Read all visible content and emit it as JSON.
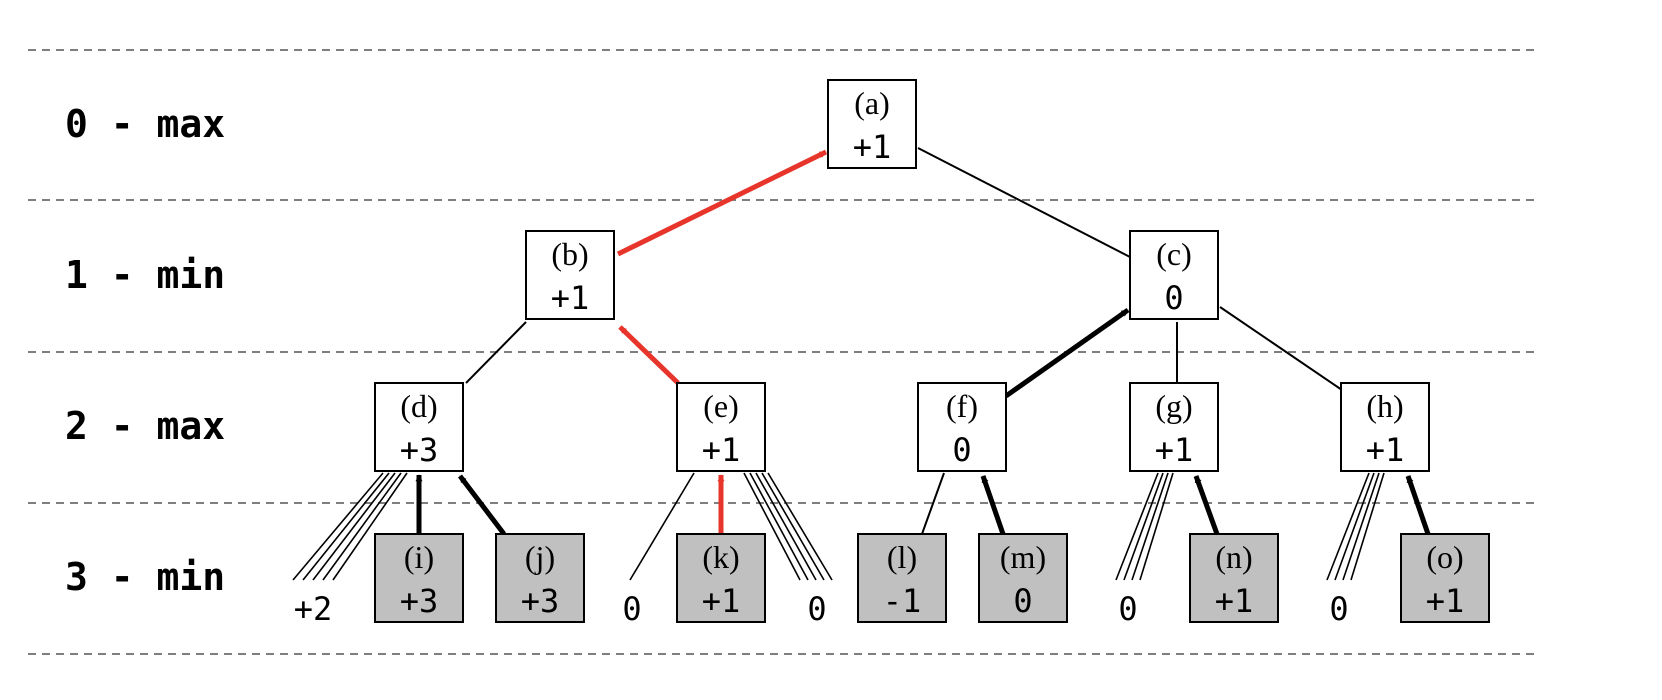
{
  "diagram": {
    "levels": [
      {
        "label": "0 - max"
      },
      {
        "label": "1 - min"
      },
      {
        "label": "2 - max"
      },
      {
        "label": "3 - min"
      }
    ],
    "nodes": [
      {
        "id": "a",
        "label": "(a)",
        "value": "+1",
        "shaded": false
      },
      {
        "id": "b",
        "label": "(b)",
        "value": "+1",
        "shaded": false
      },
      {
        "id": "c",
        "label": "(c)",
        "value": "0",
        "shaded": false
      },
      {
        "id": "d",
        "label": "(d)",
        "value": "+3",
        "shaded": false
      },
      {
        "id": "e",
        "label": "(e)",
        "value": "+1",
        "shaded": false
      },
      {
        "id": "f",
        "label": "(f)",
        "value": "0",
        "shaded": false
      },
      {
        "id": "g",
        "label": "(g)",
        "value": "+1",
        "shaded": false
      },
      {
        "id": "h",
        "label": "(h)",
        "value": "+1",
        "shaded": false
      },
      {
        "id": "i",
        "label": "(i)",
        "value": "+3",
        "shaded": true
      },
      {
        "id": "j",
        "label": "(j)",
        "value": "+3",
        "shaded": true
      },
      {
        "id": "k",
        "label": "(k)",
        "value": "+1",
        "shaded": true
      },
      {
        "id": "l",
        "label": "(l)",
        "value": "-1",
        "shaded": true
      },
      {
        "id": "m",
        "label": "(m)",
        "value": "0",
        "shaded": true
      },
      {
        "id": "n",
        "label": "(n)",
        "value": "+1",
        "shaded": true
      },
      {
        "id": "o",
        "label": "(o)",
        "value": "+1",
        "shaded": true
      }
    ],
    "leaf_values": [
      {
        "id": "d-left",
        "value": "+2"
      },
      {
        "id": "e-left",
        "value": "0"
      },
      {
        "id": "e-right",
        "value": "0"
      },
      {
        "id": "g-left",
        "value": "0"
      },
      {
        "id": "h-left",
        "value": "0"
      }
    ],
    "edges": [
      {
        "from": "b",
        "to": "a",
        "style": "red-arrow"
      },
      {
        "from": "a",
        "to": "c",
        "style": "plain"
      },
      {
        "from": "d",
        "to": "b",
        "style": "plain"
      },
      {
        "from": "e",
        "to": "b",
        "style": "red-arrow"
      },
      {
        "from": "f",
        "to": "c",
        "style": "bold-arrow"
      },
      {
        "from": "g",
        "to": "c",
        "style": "plain"
      },
      {
        "from": "h",
        "to": "c",
        "style": "plain"
      },
      {
        "from": "i",
        "to": "d",
        "style": "bold-arrow"
      },
      {
        "from": "j",
        "to": "d",
        "style": "bold-arrow"
      },
      {
        "from": "k",
        "to": "e",
        "style": "red-arrow"
      },
      {
        "from": "l",
        "to": "f",
        "style": "plain"
      },
      {
        "from": "m",
        "to": "f",
        "style": "bold-arrow"
      },
      {
        "from": "n",
        "to": "g",
        "style": "bold-arrow"
      },
      {
        "from": "o",
        "to": "h",
        "style": "bold-arrow"
      }
    ],
    "colors": {
      "highlight": "#e8352b",
      "shaded_fill": "#c0c0c0",
      "line": "#000000",
      "separator": "#7f7f7f"
    }
  }
}
